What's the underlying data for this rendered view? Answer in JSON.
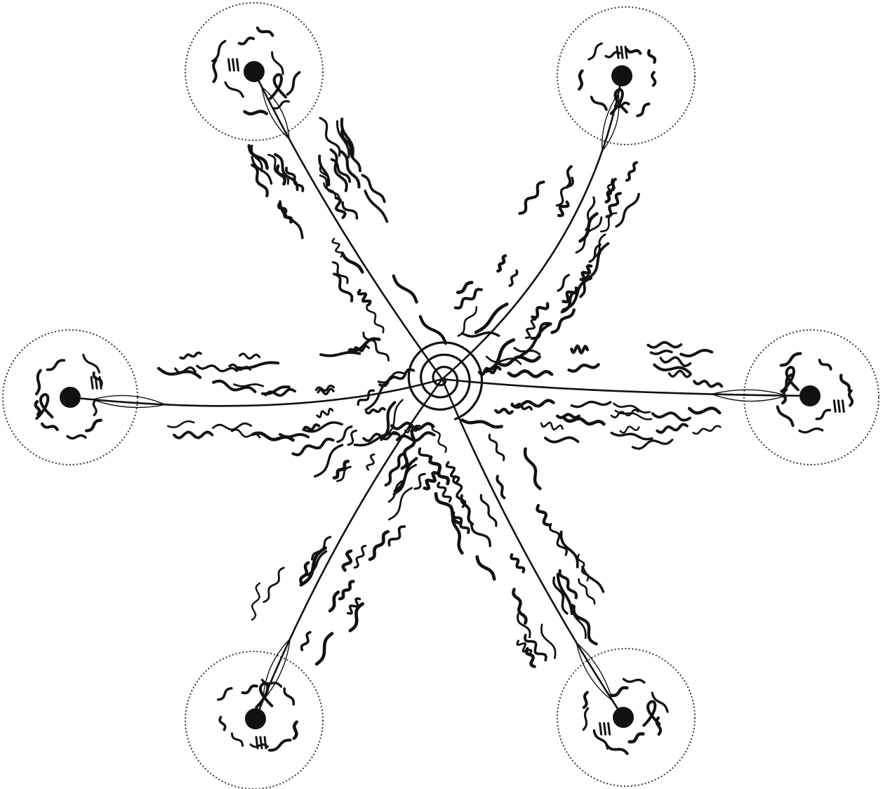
{
  "diagram": {
    "caption": "",
    "center": {
      "name": "central-spiral"
    },
    "hubs": [
      {
        "id": "top-left"
      },
      {
        "id": "top-right"
      },
      {
        "id": "left"
      },
      {
        "id": "right"
      },
      {
        "id": "bottom-left"
      },
      {
        "id": "bottom-right"
      }
    ]
  },
  "colors": {
    "background": "#ffffff",
    "ink": "#111111",
    "zone_outline": "#333333"
  }
}
